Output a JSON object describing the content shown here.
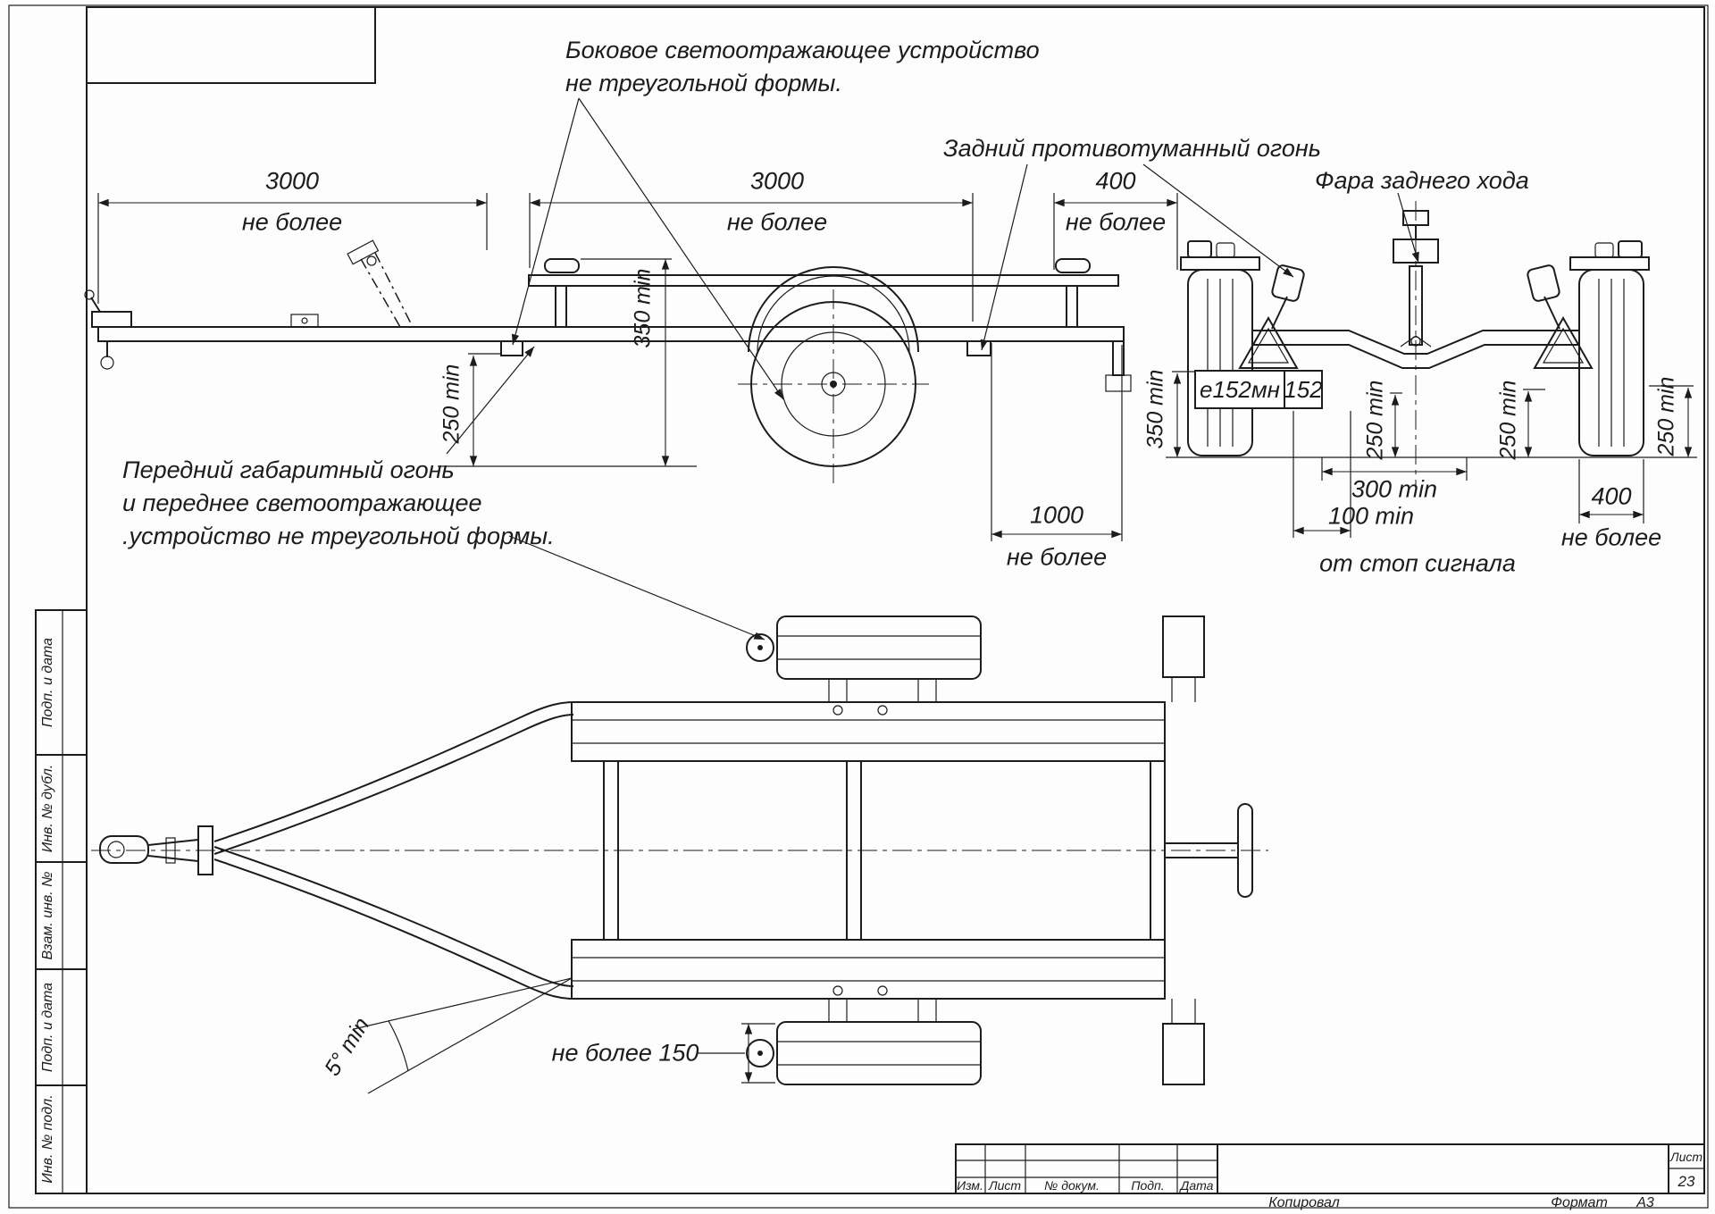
{
  "colors": {
    "ink": "#1c1c1c",
    "paper": "#fdfdfd"
  },
  "notes": {
    "side_reflector_line1": "Боковое светоотражающее устройство",
    "side_reflector_line2": "не треугольной формы.",
    "rear_fog": "Задний противотуманный огонь",
    "reverse_lamp": "Фара заднего хода",
    "front_marker_line1": "Передний габаритный огонь",
    "front_marker_line2": "и переднее светоотражающее",
    "front_marker_line3": ".устройство не треугольной формы."
  },
  "dimensions": {
    "len1_value": "3000",
    "len1_qual": "не более",
    "len2_value": "3000",
    "len2_qual": "не более",
    "rear_overhang_value": "400",
    "rear_overhang_qual": "не более",
    "side_h1": "350 min",
    "side_h2": "250 min",
    "rear_len_value": "1000",
    "rear_len_qual": "не более",
    "rear_h_plate": "350 min",
    "rear_h1": "250 min",
    "rear_h2": "250 min",
    "rear_h3": "250 min",
    "spacing_300": "300 min",
    "spacing_100": "100 min",
    "spacing_100_note": "от стоп сигнала",
    "track_value": "400",
    "track_qual": "не более",
    "angle": "5° min",
    "board_width": "не более 150"
  },
  "license_plate": {
    "number": "е152мн",
    "region": "152"
  },
  "border": {
    "left_labels": [
      "Подп. и дата",
      "Инв. № дубл.",
      "Взам. инв. №",
      "Подп. и дата",
      "Инв. № подл."
    ],
    "title_block": {
      "izm": "Изм.",
      "list": "Лист",
      "doc": "№ докум.",
      "podp": "Подп.",
      "data": "Дата",
      "sheet_label": "Лист",
      "sheet_number": "23",
      "copied": "Копировал",
      "format_label": "Формат",
      "format_value": "А3"
    }
  }
}
